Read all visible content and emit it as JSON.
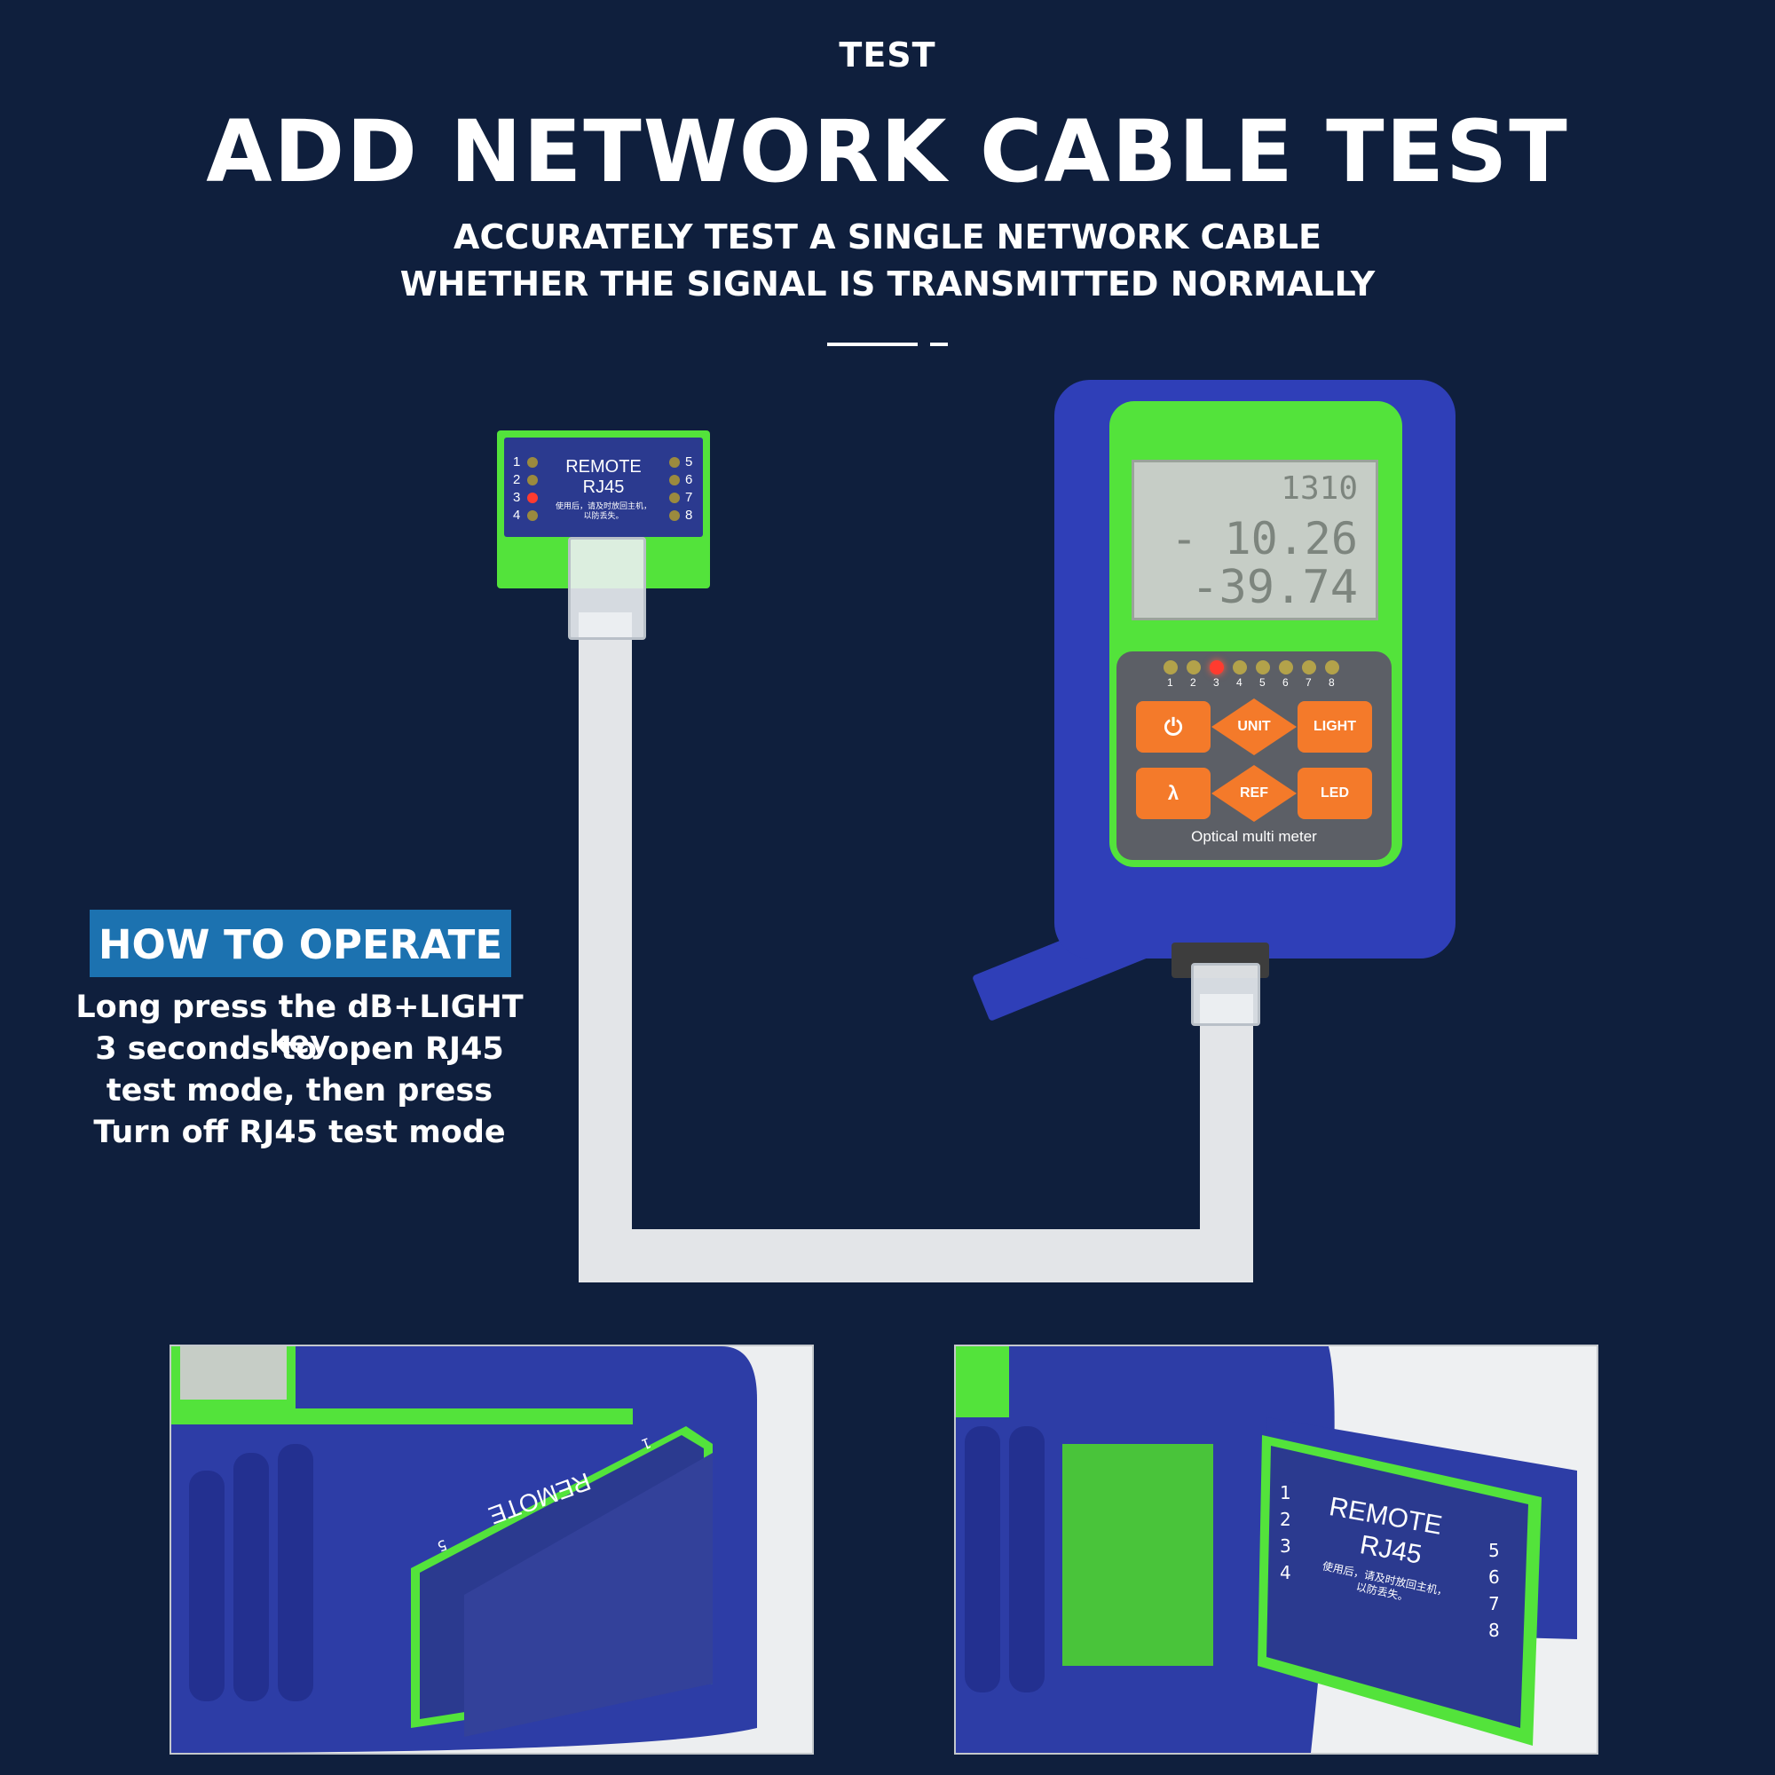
{
  "header": {
    "eyebrow": "TEST",
    "title": "ADD NETWORK CABLE TEST",
    "subtitle_line1": "ACCURATELY TEST A SINGLE NETWORK CABLE",
    "subtitle_line2": "WHETHER THE SIGNAL IS TRANSMITTED NORMALLY"
  },
  "remote": {
    "title": "REMOTE",
    "subtitle": "RJ45",
    "note_line1": "使用后，请及时放回主机，",
    "note_line2": "以防丢失。",
    "pins_left": [
      "1",
      "2",
      "3",
      "4"
    ],
    "pins_right": [
      "5",
      "6",
      "7",
      "8"
    ]
  },
  "meter": {
    "lcd_line1": "1310",
    "lcd_line2": "- 10.26",
    "lcd_line3": "-39.74",
    "led_numbers": [
      "1",
      "2",
      "3",
      "4",
      "5",
      "6",
      "7",
      "8"
    ],
    "keys": {
      "power": "⏻",
      "unit": "UNIT",
      "light": "LIGHT",
      "lambda": "λ",
      "ref": "REF",
      "led": "LED"
    },
    "label": "Optical multi meter"
  },
  "operate": {
    "title": "HOW TO OPERATE",
    "line1": "Long press the dB+LIGHT key",
    "line2": "3 seconds to open RJ45",
    "line3": "test mode, then press",
    "line4": "Turn off RJ45 test mode"
  },
  "photos": {
    "photo1_text": "REMOTE",
    "photo1_pin_top": "1",
    "photo1_pin_bottom": "5",
    "photo2_title": "REMOTE",
    "photo2_subtitle": "RJ45",
    "photo2_note_line1": "使用后，请及时放回主机，",
    "photo2_note_line2": "以防丢失。",
    "photo2_pins_left": [
      "1",
      "2",
      "3",
      "4"
    ],
    "photo2_pins_right": [
      "5",
      "6",
      "7",
      "8"
    ]
  },
  "colors": {
    "background": "#0f1f3d",
    "accent_green": "#53e33b",
    "device_blue": "#2f3fb8",
    "key_orange": "#f47a2a",
    "operate_blue": "#1c72b0"
  }
}
